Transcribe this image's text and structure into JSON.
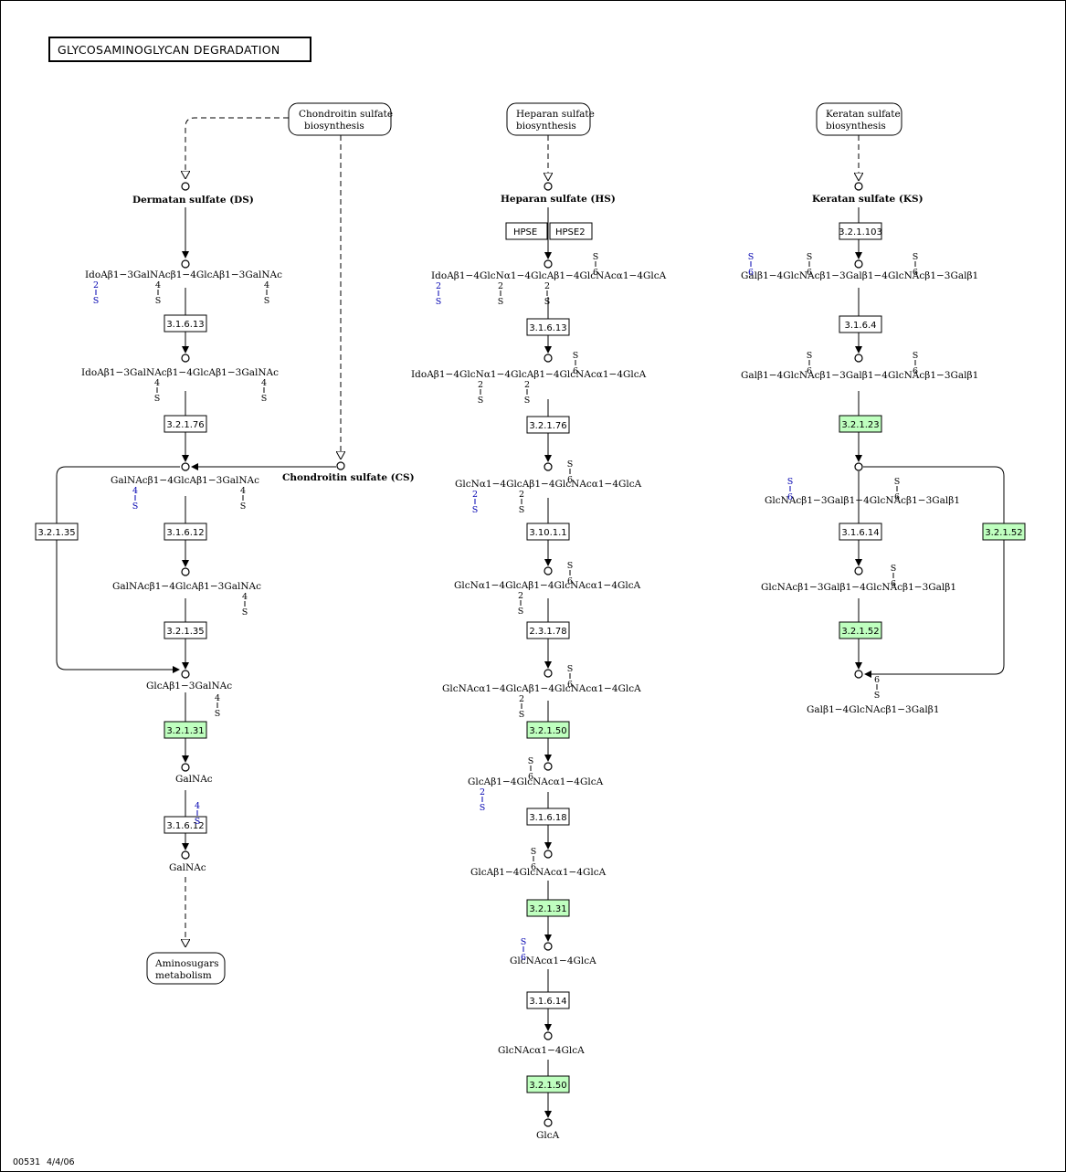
{
  "title": "GLYCOSAMINOGLYCAN DEGRADATION",
  "footer": {
    "map_id": "00531",
    "date": "4/4/06"
  },
  "links": {
    "cs_biosynthesis": [
      "Chondroitin sulfate",
      "biosynthesis"
    ],
    "hs_biosynthesis": [
      "Heparan sulfate",
      "biosynthesis"
    ],
    "ks_biosynthesis": [
      "Keratan sulfate",
      "biosynthesis"
    ],
    "aminosugars": [
      "Aminosugars",
      "metabolism"
    ]
  },
  "compounds": {
    "ds": "Dermatan sulfate (DS)",
    "cs": "Chondroitin sulfate (CS)",
    "hs": "Heparan sulfate (HS)",
    "ks": "Keratan sulfate (KS)"
  },
  "genes": {
    "hpse": "HPSE",
    "hpse2": "HPSE2"
  },
  "enzymes": {
    "c1": [
      "3.1.6.13",
      "3.2.1.76",
      "3.1.6.12",
      "3.2.1.35",
      "3.2.1.31",
      "3.1.6.12"
    ],
    "c1_side": "3.2.1.35",
    "c2": [
      "3.1.6.13",
      "3.2.1.76",
      "3.10.1.1",
      "2.3.1.78",
      "3.2.1.50",
      "3.1.6.18",
      "3.2.1.31",
      "3.1.6.14",
      "3.2.1.50"
    ],
    "c3": [
      "3.2.1.103",
      "3.1.6.4",
      "3.2.1.23",
      "3.1.6.14",
      "3.2.1.52"
    ],
    "c3_side": "3.2.1.52"
  },
  "enzyme_highlight_color": "#bfffbf",
  "sulfate_label": "S",
  "col1": {
    "s1": "IdoAβ1−3GalNAcβ1−4GlcAβ1−3GalNAc",
    "s2a": "IdoAβ1−3",
    "s2b": "GalNAcβ1−4GlcAβ1−3GalNAc",
    "s3a": "GalNAcβ1−4",
    "s3b": "GlcAβ1−3GalNAc",
    "s4a": "GalNAcβ1−4",
    "s4b": "GlcAβ1−3GalNAc",
    "s5a": "GlcAβ1−3",
    "s5b": "GalNAc",
    "s6": "GalNAc",
    "s7": "GalNAc",
    "pos": {
      "n2": "2",
      "n4": "4"
    }
  },
  "col2": {
    "s1": "IdoAβ1−4GlcNα1−4GlcAβ1−4GlcNAcα1−4GlcA",
    "s2a": "IdoAβ1",
    "s2b": "−4GlcNα1−4GlcAβ1−4GlcNAcα1−4GlcA",
    "s3": "GlcNα1−4GlcAβ1−4GlcNAcα1−4GlcA",
    "s4": "GlcNα1−4GlcAβ1−4GlcNAcα1−4GlcA",
    "s5a": "GlcNAcα1",
    "s5b": "−4GlcAβ1−4GlcNAcα1−4GlcA",
    "s6": "GlcAβ1−4GlcNAcα1−4GlcA",
    "s7a": "GlcAβ1−4",
    "s7b": "GlcNAcα1−4GlcA",
    "s8": "GlcNAcα1−4GlcA",
    "s9a": "GlcNAcα1",
    "s9b": "−4GlcA",
    "s10": "GlcA",
    "pos": {
      "n2": "2",
      "n6": "6"
    }
  },
  "col3": {
    "s1": "Galβ1−4GlcNAcβ1−3Galβ1−4GlcNAcβ1−3Galβ1",
    "s2a": "Galβ1−4",
    "s2b": "GlcNAcβ1−3Galβ1−4GlcNAcβ1−3Galβ1",
    "s3a": "GlcNAcβ1−3",
    "s3b": "Galβ1−4GlcNAcβ1−3Galβ1",
    "s4a": "GlcNAcβ1−3",
    "s4b": "Galβ1−4GlcNAcβ1−3Galβ1",
    "s5": "Galβ1−4GlcNAcβ1−3Galβ1",
    "pos": {
      "n6": "6"
    }
  }
}
